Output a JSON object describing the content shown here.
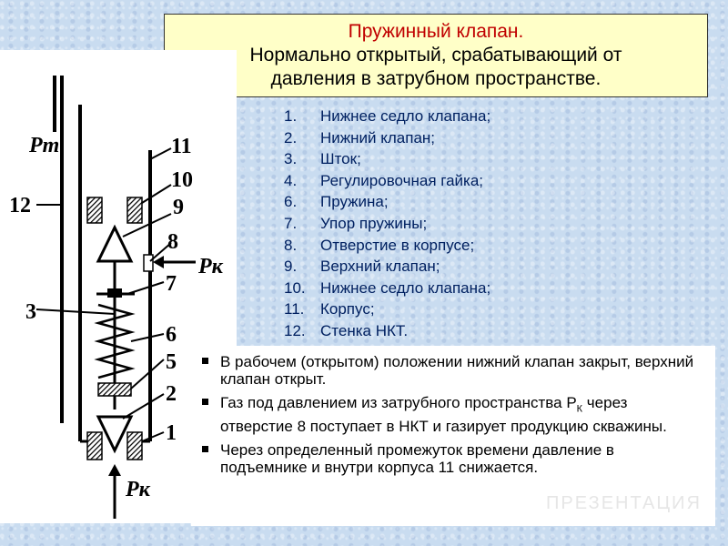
{
  "title": {
    "line1": "Пружинный клапан.",
    "line2": "Нормально открытый, срабатывающий от",
    "line3": "давления в затрубном пространстве."
  },
  "parts": [
    {
      "num": "1.",
      "label": "Нижнее седло клапана;"
    },
    {
      "num": "2.",
      "label": "Нижний клапан;"
    },
    {
      "num": "3.",
      "label": "Шток;"
    },
    {
      "num": "4.",
      "label": "Регулировочная гайка;"
    },
    {
      "num": "6.",
      "label": "Пружина;"
    },
    {
      "num": "7.",
      "label": "Упор пружины;"
    },
    {
      "num": "8.",
      "label": "Отверстие в корпусе;"
    },
    {
      "num": "9.",
      "label": "Верхний клапан;"
    },
    {
      "num": "10.",
      "label": "Нижнее седло клапана;"
    },
    {
      "num": "11.",
      "label": "Корпус;"
    },
    {
      "num": "12.",
      "label": "Стенка НКТ."
    }
  ],
  "info": {
    "bullet1": "В рабочем (открытом) положении нижний клапан закрыт, верхний клапан открыт.",
    "bullet2_pre": "Газ под давлением из затрубного пространства P",
    "bullet2_sub": "К",
    "bullet2_post": " через отверстие 8 поступает в НКТ и газирует продукцию скважины.",
    "bullet3": "Через определенный промежуток времени давление в подъемнике и внутри корпуса 11 снижается."
  },
  "diagram": {
    "labels": {
      "pt": "Pт",
      "pk_right": "Pк",
      "pk_bottom": "Pк",
      "n1": "1",
      "n2": "2",
      "n3": "3",
      "n5": "5",
      "n6": "6",
      "n7": "7",
      "n8": "8",
      "n9": "9",
      "n10": "10",
      "n11": "11",
      "n12": "12"
    }
  },
  "watermark": "ПРЕЗЕНТАЦИЯ"
}
